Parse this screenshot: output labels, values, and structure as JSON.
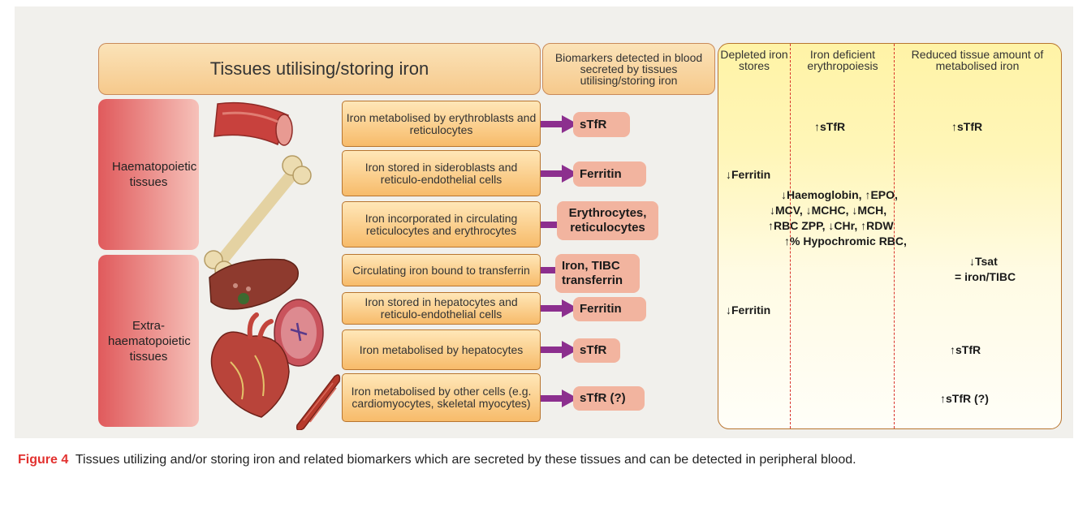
{
  "header": {
    "tissues_title": "Tissues utilising/storing iron",
    "biomarkers_title": "Biomarkers detected in blood secreted by tissues utilising/storing iron"
  },
  "tissues": [
    {
      "label": "Haematopoietic tissues"
    },
    {
      "label": "Extra-haematopoietic tissues"
    }
  ],
  "rows": [
    {
      "description": "Iron metabolised by erythroblasts and reticulocytes",
      "biomarker": "sTfR",
      "depleted": "",
      "deficient": "↑sTfR",
      "reduced": "↑sTfR"
    },
    {
      "description": "Iron stored in sideroblasts and reticulo-endothelial cells",
      "biomarker": "Ferritin",
      "depleted": "↓Ferritin",
      "deficient": "",
      "reduced": ""
    },
    {
      "description": "Iron incorporated in circulating reticulocytes and erythrocytes",
      "biomarker": "Erythrocytes, reticulocytes",
      "depleted": "",
      "deficient": "",
      "reduced": ""
    },
    {
      "description": "Circulating iron bound to transferrin",
      "biomarker": "Iron, TIBC transferrin",
      "depleted": "",
      "deficient": "",
      "reduced": ""
    },
    {
      "description": "Iron stored in hepatocytes and reticulo-endothelial cells",
      "biomarker": "Ferritin",
      "depleted": "↓Ferritin",
      "deficient": "",
      "reduced": ""
    },
    {
      "description": "Iron metabolised by hepatocytes",
      "biomarker": "sTfR",
      "depleted": "",
      "deficient": "",
      "reduced": "↑sTfR"
    },
    {
      "description": "Iron metabolised by other cells (e.g. cardiomyocytes, skeletal myocytes)",
      "biomarker": "sTfR (?)",
      "depleted": "",
      "deficient": "",
      "reduced": "↑sTfR (?)"
    }
  ],
  "right_panel": {
    "columns": [
      "Depleted iron stores",
      "Iron deficient erythropoiesis",
      "Reduced tissue amount of metabolised iron"
    ],
    "spanning": [
      "↓Haemoglobin, ↑EPO,",
      "↓MCV, ↓MCHC, ↓MCH,",
      "↑RBC ZPP, ↓CHr, ↑RDW",
      "↑% Hypochromic RBC,"
    ],
    "tsat": [
      "↓Tsat",
      "= iron/TIBC"
    ]
  },
  "caption": {
    "label": "Figure 4",
    "text": "Tissues utilizing and/or storing iron and related biomarkers which are secreted by these tissues and can be detected in peripheral blood."
  },
  "colors": {
    "figure_label": "#e2312f",
    "arrow": "#8c2f8e",
    "tissue_box": "#e05a5c",
    "biomarker_box": "#f2b49f",
    "divider": "#d9342b"
  },
  "icons": [
    "blood-vessel-icon",
    "bone-icon",
    "liver-icon",
    "heart-icon",
    "muscle-icon",
    "tissue-slice-icon"
  ]
}
